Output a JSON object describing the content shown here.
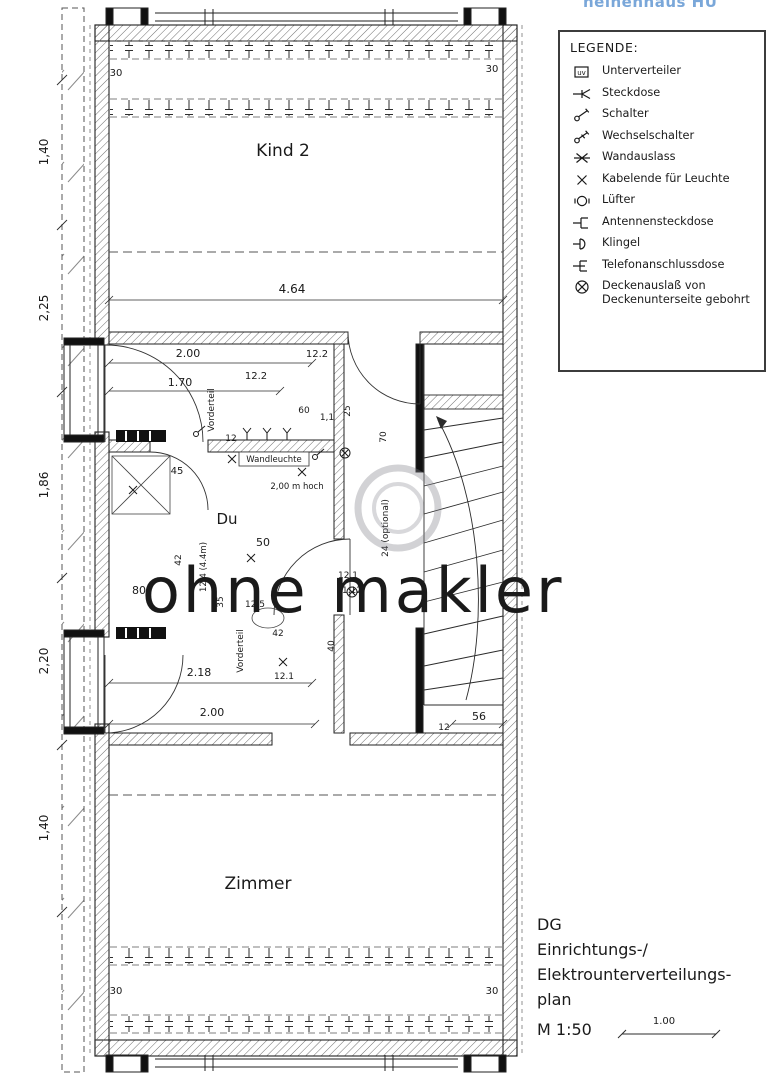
{
  "page": {
    "brand": "heinenhaus HU",
    "watermark": "ohne makler"
  },
  "legend": {
    "title": "LEGENDE:",
    "items": [
      {
        "label": "Unterverteiler",
        "icon": "uv-box-icon",
        "icon_text": "uv"
      },
      {
        "label": "Steckdose",
        "icon": "socket-icon"
      },
      {
        "label": "Schalter",
        "icon": "switch-icon"
      },
      {
        "label": "Wechselschalter",
        "icon": "two-way-switch-icon"
      },
      {
        "label": "Wandauslass",
        "icon": "wall-outlet-icon"
      },
      {
        "label": "Kabelende für Leuchte",
        "icon": "cable-end-icon"
      },
      {
        "label": "Lüfter",
        "icon": "fan-icon"
      },
      {
        "label": "Antennensteckdose",
        "icon": "antenna-socket-icon"
      },
      {
        "label": "Klingel",
        "icon": "bell-icon"
      },
      {
        "label": "Telefonanschlussdose",
        "icon": "phone-socket-icon"
      },
      {
        "label": "Deckenauslaß von Deckenunterseite gebohrt",
        "icon": "ceiling-outlet-icon"
      }
    ]
  },
  "rooms": {
    "kind2": "Kind 2",
    "bath": "Du",
    "zimmer": "Zimmer"
  },
  "dimensions_left": [
    "1,40",
    "2,25",
    "1,86",
    "2,20",
    "1,40"
  ],
  "plan_annotations": [
    {
      "t": "30"
    },
    {
      "t": "30"
    },
    {
      "t": "4.64"
    },
    {
      "t": "2.00"
    },
    {
      "t": "1.70"
    },
    {
      "t": "12.2"
    },
    {
      "t": "12.2"
    },
    {
      "t": "Vorderteil"
    },
    {
      "t": "12"
    },
    {
      "t": "60"
    },
    {
      "t": "1,1"
    },
    {
      "t": "25"
    },
    {
      "t": "70"
    },
    {
      "t": "45"
    },
    {
      "t": "Wandleuchte"
    },
    {
      "t": "2,00 m hoch"
    },
    {
      "t": "50"
    },
    {
      "t": "42"
    },
    {
      "t": "12.4 (4.4m)"
    },
    {
      "t": "80"
    },
    {
      "t": "35"
    },
    {
      "t": "12.5"
    },
    {
      "t": "12.1"
    },
    {
      "t": "1.12"
    },
    {
      "t": "42"
    },
    {
      "t": "Vorderteil"
    },
    {
      "t": "40"
    },
    {
      "t": "2.18"
    },
    {
      "t": "12.1"
    },
    {
      "t": "2.00"
    },
    {
      "t": "12"
    },
    {
      "t": "56"
    },
    {
      "t": "24 (optional)"
    },
    {
      "t": "30"
    },
    {
      "t": "30"
    }
  ],
  "title_block": {
    "floor": "DG",
    "line2": "Einrichtungs-/",
    "line3": "Elektrounterverteilungs-",
    "line4": "plan",
    "scale": "M 1:50",
    "bar": "1.00"
  }
}
